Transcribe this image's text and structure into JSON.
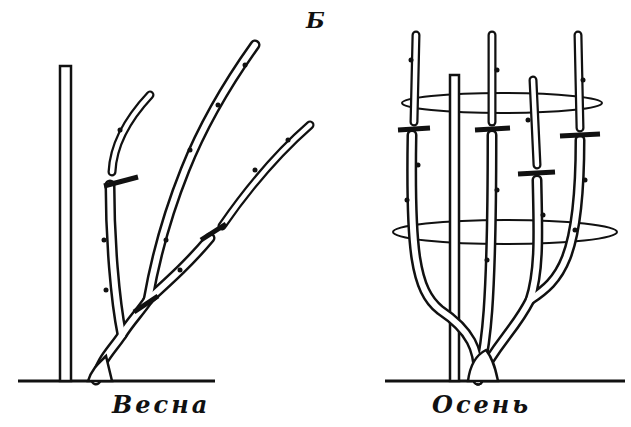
{
  "diagram": {
    "labels": [
      "Б",
      "Весна",
      "Осень"
    ]
  }
}
